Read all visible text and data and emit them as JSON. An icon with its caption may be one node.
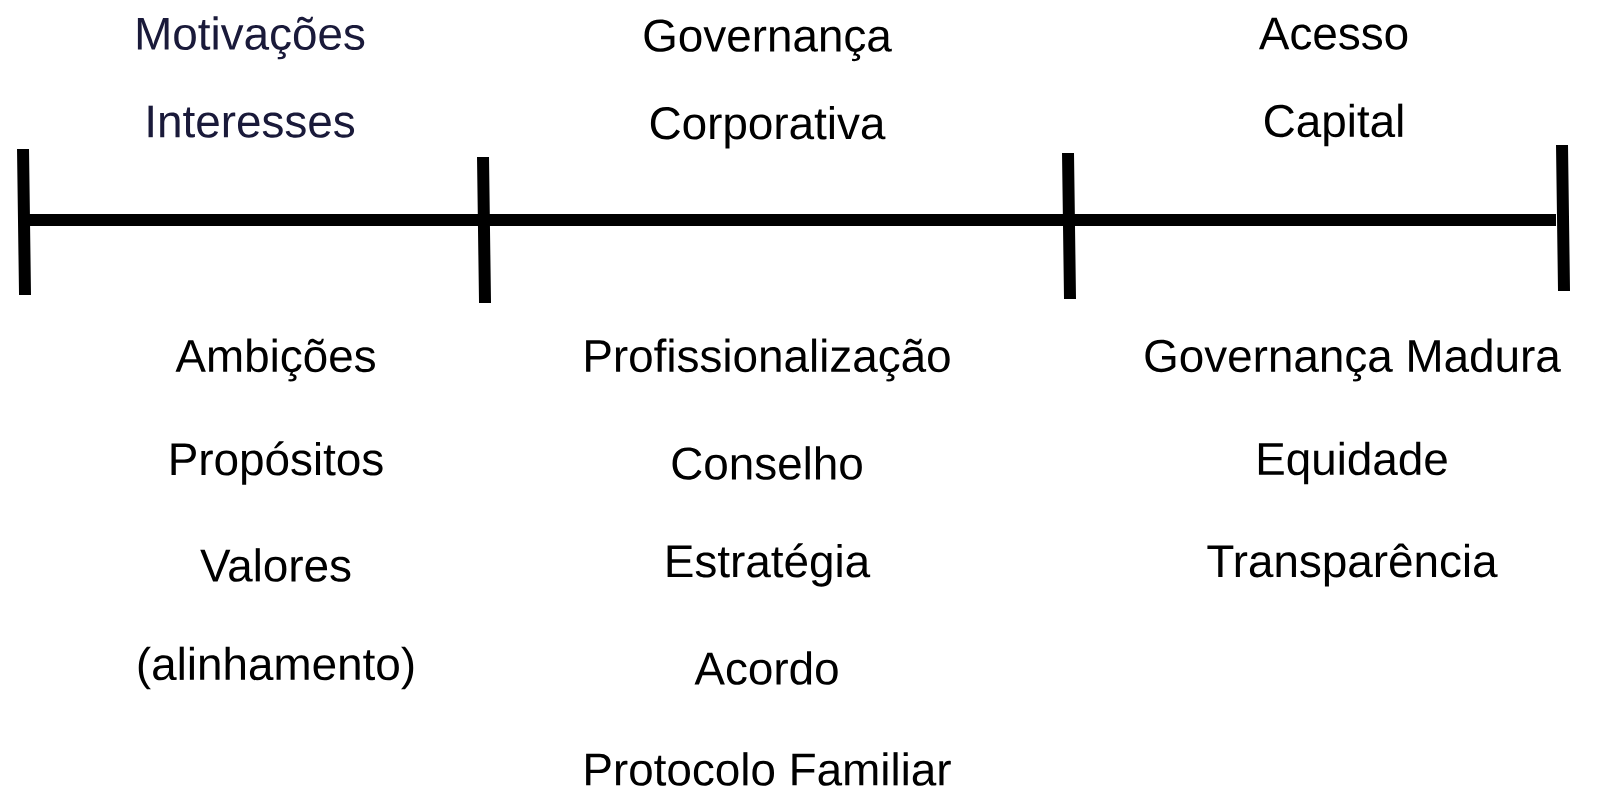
{
  "diagram": {
    "labels": [
      "Motivações Interesses",
      "Governança Corporativa",
      "Acesso Capital",
      "Ambições",
      "Propósitos",
      "Valores",
      "(alinhamento)",
      "Profissionalização",
      "Conselho",
      "Estratégia",
      "Acordo",
      "Protocolo Familiar",
      "Governança Madura",
      "Equidade",
      "Transparência"
    ]
  }
}
